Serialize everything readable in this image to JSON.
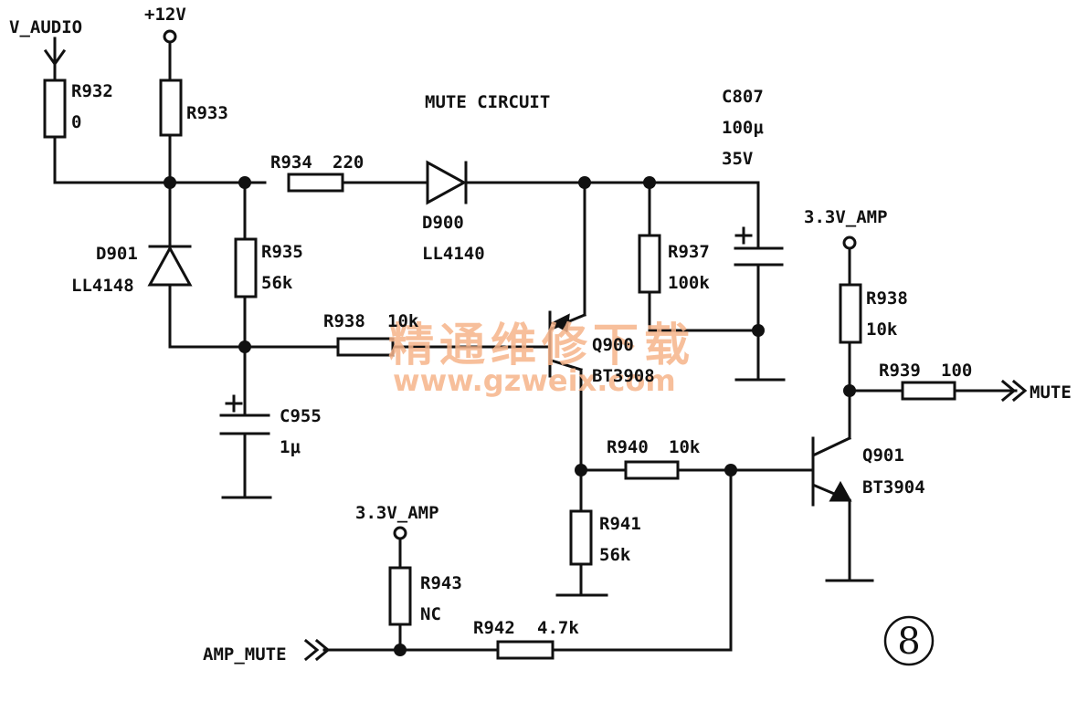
{
  "title": "MUTE CIRCUIT",
  "figure_number": "8",
  "nets": {
    "v_audio": "V_AUDIO",
    "plus12v": "+12V",
    "amp33_right": "3.3V_AMP",
    "amp33_bottom": "3.3V_AMP",
    "mute_out": "MUTE",
    "amp_mute_in": "AMP_MUTE"
  },
  "components": {
    "r932": {
      "ref": "R932",
      "value": "0"
    },
    "r933": {
      "ref": "R933"
    },
    "r934": {
      "ref": "R934",
      "value": "220"
    },
    "d900": {
      "ref": "D900",
      "value": "LL4140"
    },
    "d901": {
      "ref": "D901",
      "value": "LL4148"
    },
    "r935": {
      "ref": "R935",
      "value": "56k"
    },
    "r937": {
      "ref": "R937",
      "value": "100k"
    },
    "c807": {
      "ref": "C807",
      "value": "100μ",
      "voltage": "35V"
    },
    "r938a": {
      "ref": "R938",
      "value": "10k"
    },
    "q900": {
      "ref": "Q900",
      "value": "BT3908"
    },
    "c955": {
      "ref": "C955",
      "value": "1μ"
    },
    "r938b": {
      "ref": "R938",
      "value": "10k"
    },
    "r939": {
      "ref": "R939",
      "value": "100"
    },
    "r940": {
      "ref": "R940",
      "value": "10k"
    },
    "q901": {
      "ref": "Q901",
      "value": "BT3904"
    },
    "r941": {
      "ref": "R941",
      "value": "56k"
    },
    "r943": {
      "ref": "R943",
      "value": "NC"
    },
    "r942": {
      "ref": "R942",
      "value": "4.7k"
    }
  },
  "watermark": {
    "text": "精通维修下载",
    "url": "www.gzweix.com"
  }
}
